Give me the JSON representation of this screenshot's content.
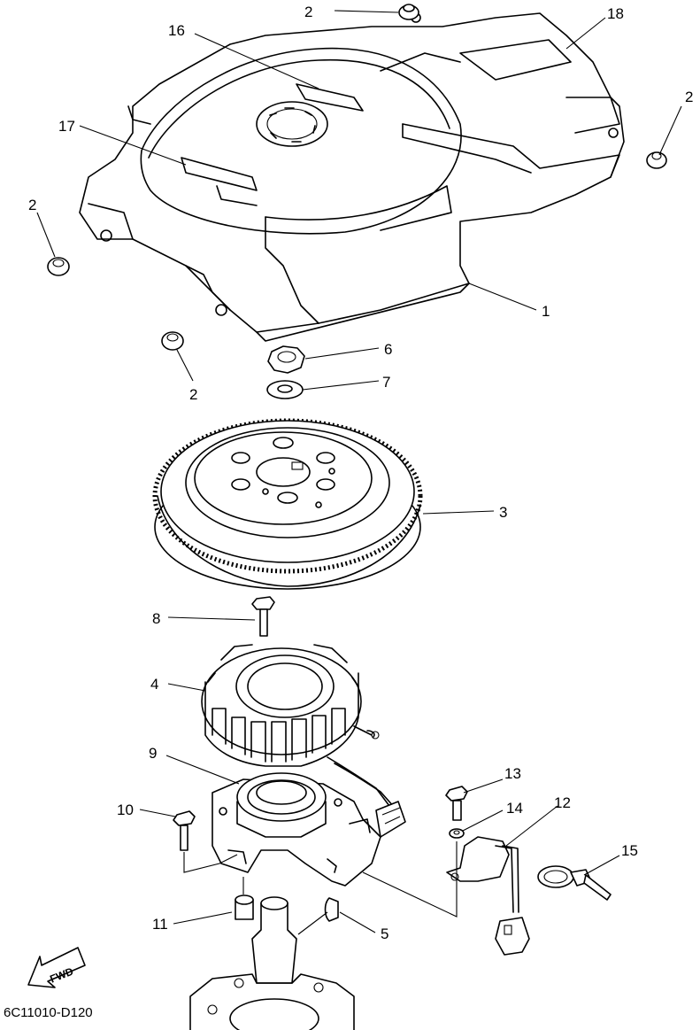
{
  "callouts": {
    "c1": "1",
    "c2a": "2",
    "c2b": "2",
    "c2c": "2",
    "c2d": "2",
    "c3": "3",
    "c4": "4",
    "c5": "5",
    "c6": "6",
    "c7": "7",
    "c8": "8",
    "c9": "9",
    "c10": "10",
    "c11": "11",
    "c12": "12",
    "c13": "13",
    "c14": "14",
    "c15": "15",
    "c16": "16",
    "c17": "17",
    "c18": "18"
  },
  "fwd_label": "FWD",
  "diagram_code": "6C11010-D120"
}
